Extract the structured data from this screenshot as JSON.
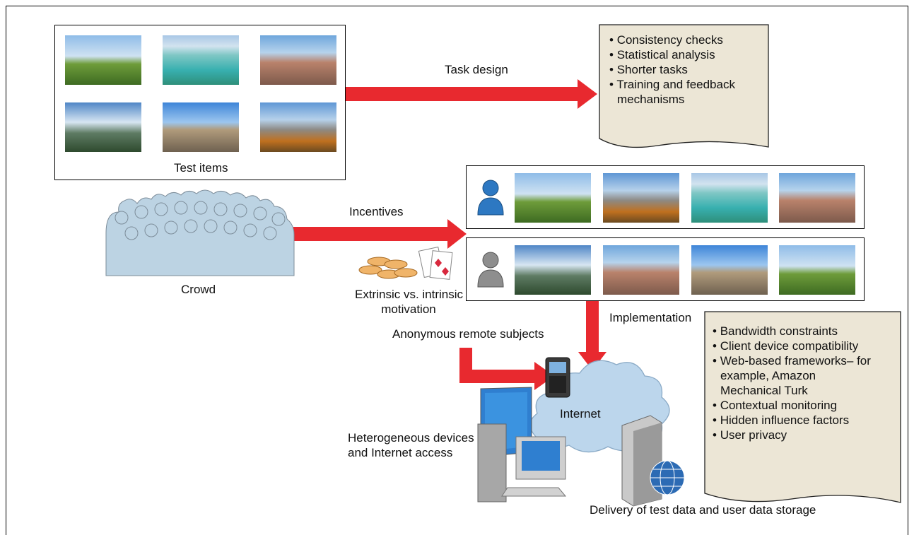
{
  "task_design_label": "Task design",
  "test_items_label": "Test items",
  "incentives_label": "Incentives",
  "crowd_label": "Crowd",
  "motivation_label_line1": "Extrinsic vs. intrinsic",
  "motivation_label_line2": "motivation",
  "implementation_label": "Implementation",
  "anonymous_label": "Anonymous  remote subjects",
  "devices_label_line1": "Heterogeneous devices",
  "devices_label_line2": "and Internet access",
  "internet_label": "Internet",
  "delivery_label": "Delivery of test data and user data storage",
  "task_design_notes": [
    "Consistency checks",
    "Statistical analysis",
    "Shorter tasks",
    "Training and feedback mechanisms"
  ],
  "implementation_notes": [
    "Bandwidth constraints",
    "Client device compatibility",
    "Web-based frameworks– for example, Amazon Mechanical Turk",
    "Contextual monitoring",
    "Hidden influence factors",
    "User privacy"
  ],
  "colors": {
    "arrow": "#e8292f",
    "note_fill": "#ece6d6",
    "crowd_fill": "#bcd3e3",
    "user_blue": "#2d78c2",
    "user_gray": "#8e8e8e"
  },
  "icons": [
    "castle-photo",
    "lake-photo",
    "city-photo",
    "valley-photo",
    "gate-photo",
    "mountain-photo",
    "user-icon",
    "coins-icon",
    "cards-icon",
    "smartphone-icon",
    "server-icon",
    "desktop-icon",
    "globe-icon"
  ]
}
